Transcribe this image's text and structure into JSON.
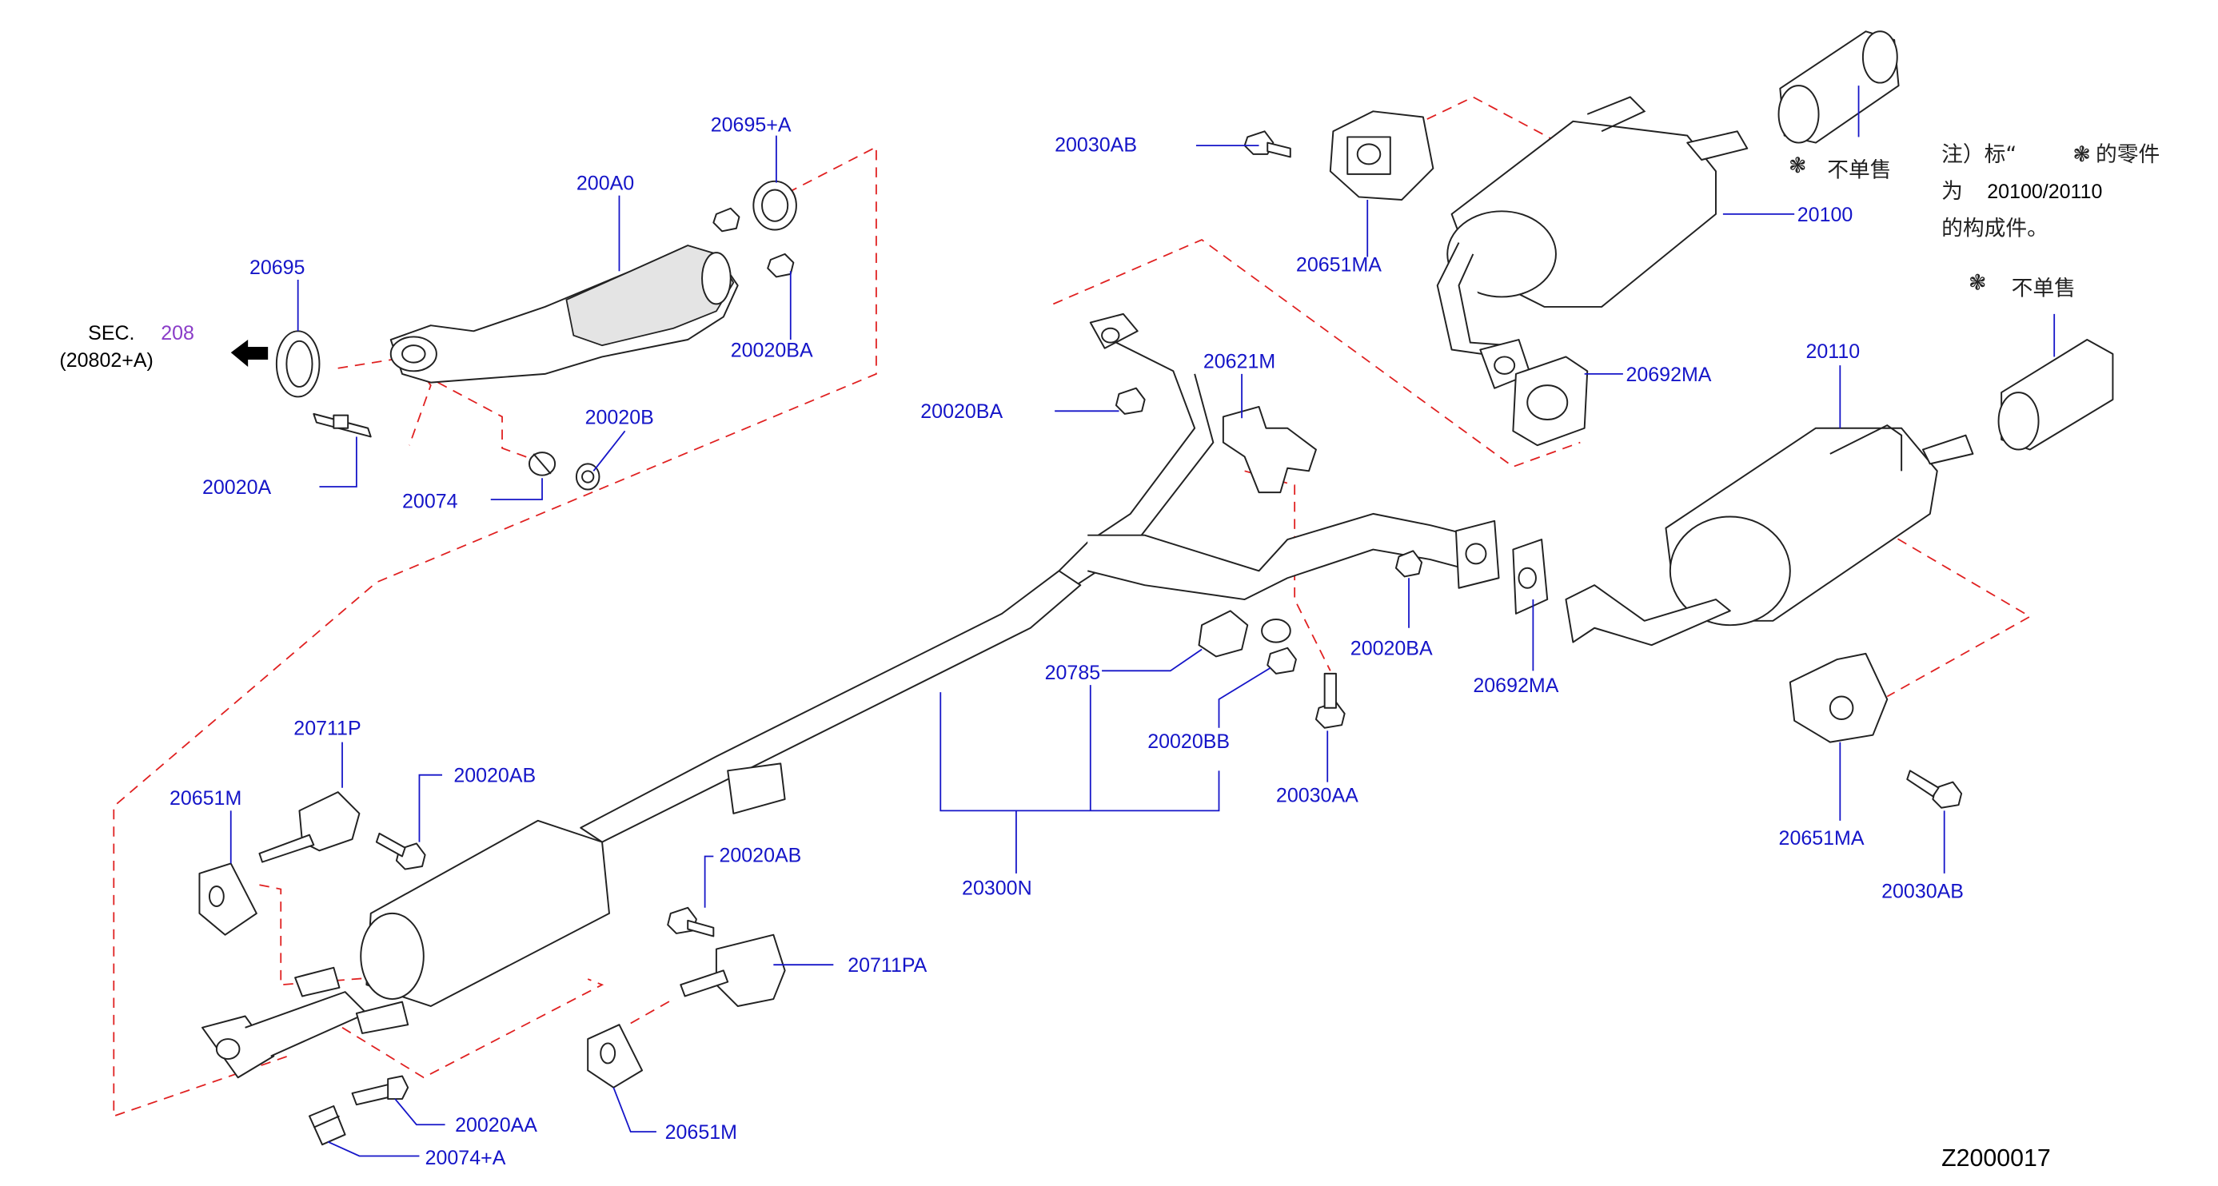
{
  "diagram_code": "Z2000017",
  "section_ref": {
    "prefix": "SEC.",
    "number": "208",
    "sub": "(20802+A)"
  },
  "notes": {
    "not_sold_a": "不单售",
    "not_sold_b": "不单售",
    "note_line1": "注）标“",
    "note_line1_tail": "的零件",
    "note_line2_prefix": "为",
    "note_line2_parts": "20100/20110",
    "note_line3": "的构成件。"
  },
  "colors": {
    "label": "#1515c8",
    "dash": "#e02020",
    "section_number": "#8a3cc8"
  },
  "labels": {
    "p20695A": "20695+A",
    "p200A0": "200A0",
    "p20695": "20695",
    "p20020BA_1": "20020BA",
    "p20020B": "20020B",
    "p20020A": "20020A",
    "p20074": "20074",
    "p20030AB_1": "20030AB",
    "p20651MA_1": "20651MA",
    "p20100": "20100",
    "p20692MA_1": "20692MA",
    "p20621M": "20621M",
    "p20020BA_2": "20020BA",
    "p20110": "20110",
    "p20020BA_3": "20020BA",
    "p20692MA_2": "20692MA",
    "p20785": "20785",
    "p20020BB": "20020BB",
    "p20030AA": "20030AA",
    "p20651MA_2": "20651MA",
    "p20030AB_2": "20030AB",
    "p20711P": "20711P",
    "p20020AB_1": "20020AB",
    "p20651M_1": "20651M",
    "p20020AB_2": "20020AB",
    "p20300N": "20300N",
    "p20711PA": "20711PA",
    "p20020AA": "20020AA",
    "p20651M_2": "20651M",
    "p20074A": "20074+A"
  }
}
